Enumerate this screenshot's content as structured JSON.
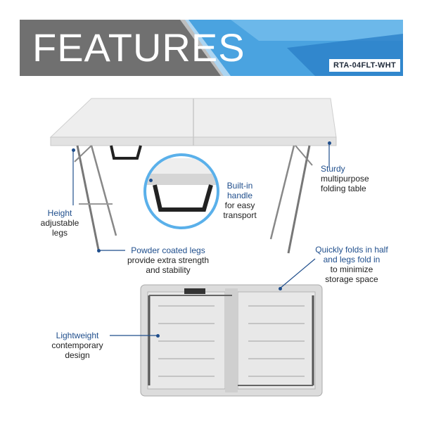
{
  "banner": {
    "title": "FEATURES",
    "sku": "RTA-04FLT-WHT",
    "colors": {
      "gray": "#707070",
      "blue_light": "#4aa3e0",
      "blue_dark": "#2a7fc8"
    }
  },
  "callouts": {
    "sturdy": {
      "line1_hl": "Sturdy",
      "line2": "multipurpose",
      "line3": "folding table"
    },
    "handle": {
      "line1_hl": "Built-in",
      "line2_hl": "handle",
      "line3": "for easy",
      "line4": "transport"
    },
    "height": {
      "line1_hl": "Height",
      "line2": "adjustable",
      "line3": "legs"
    },
    "powder": {
      "line1_hl": "Powder coated legs",
      "line2": "provide extra strength",
      "line3": "and stability"
    },
    "folds": {
      "line1_hl": "Quickly folds in half",
      "line2_hl": "and legs fold in",
      "line3": "to minimize",
      "line4": "storage space"
    },
    "lightweight": {
      "line1_hl": "Lightweight",
      "line2": "contemporary",
      "line3": "design"
    }
  },
  "colors": {
    "accent": "#1f4e8c",
    "ring": "#5ab0ea"
  }
}
